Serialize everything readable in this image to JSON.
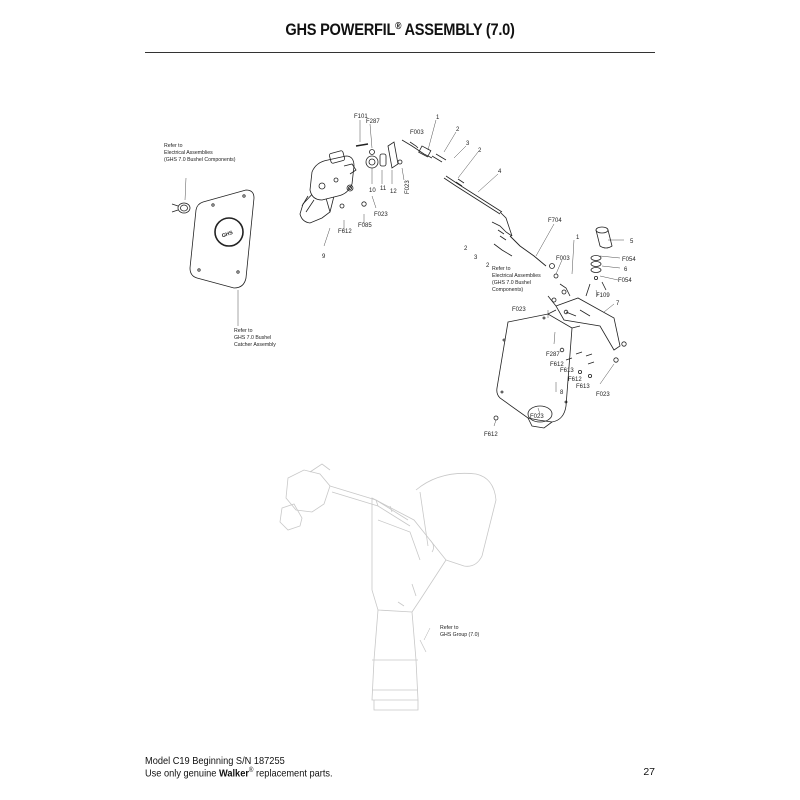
{
  "header": {
    "title_main": "GHS POWERFIL",
    "title_reg": "®",
    "title_tail": " ASSEMBLY (7.0)"
  },
  "callouts": {
    "f101": "F101",
    "f287a": "F287",
    "n1a": "1",
    "f003a": "F003",
    "n2a": "2",
    "n3a": "3",
    "n2b": "2",
    "n4": "4",
    "n10": "10",
    "n11": "11",
    "n12": "12",
    "f023a": "F023",
    "f023b": "F023",
    "f085": "F085",
    "f612a": "F612",
    "n9": "9",
    "f704": "F704",
    "n2c": "2",
    "n3b": "3",
    "n2d": "2",
    "f003b": "F003",
    "n1b": "1",
    "n5": "5",
    "f054a": "F054",
    "n6": "6",
    "f054b": "F054",
    "f109": "F109",
    "n7": "7",
    "f023c": "F023",
    "f287b": "F287",
    "f612b": "F612",
    "f613a": "F613",
    "f612c": "F612",
    "f613b": "F613",
    "f023d": "F023",
    "n8": "8",
    "f023e": "F023",
    "f612d": "F612"
  },
  "notes": {
    "electrical_1": [
      "Refer to",
      "Electrical Assemblies",
      "(GHS 7.0 Bushel Components)"
    ],
    "catcher": [
      "Refer to",
      "GHS 7.0 Bushel",
      "Catcher Assembly"
    ],
    "electrical_2": [
      "Refer to",
      "Electrical Assemblies",
      "(GHS 7.0 Bushel",
      "Components)"
    ],
    "ghs_group": [
      "Refer to",
      "GHS Group (7.0)"
    ]
  },
  "logo_text": "GHS",
  "footer": {
    "model_line": "Model C19 Beginning S/N 187255",
    "use_prefix": "Use only genuine ",
    "brand": "Walker",
    "brand_reg": "®",
    "use_suffix": " replacement parts.",
    "page_number": "27"
  }
}
